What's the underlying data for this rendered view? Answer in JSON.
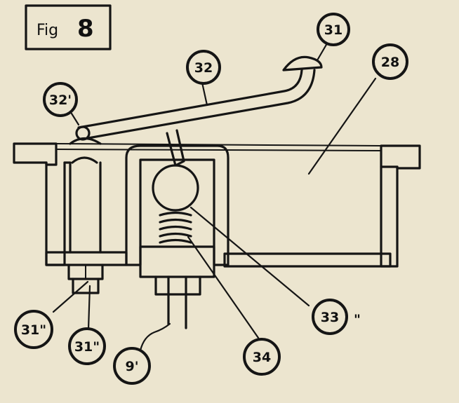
{
  "figure": {
    "title_prefix": "Fig",
    "title_number": "8"
  },
  "callouts": {
    "c31": "31",
    "c32": "32",
    "c28": "28",
    "c32p": "32'",
    "c33": "33",
    "c33_suffix": "\"",
    "c31pp_left": "31\"",
    "c31pp_right": "31\"",
    "c9p": "9'",
    "c34": "34"
  },
  "colors": {
    "paper": "#ece5cf",
    "ink": "#151515"
  }
}
